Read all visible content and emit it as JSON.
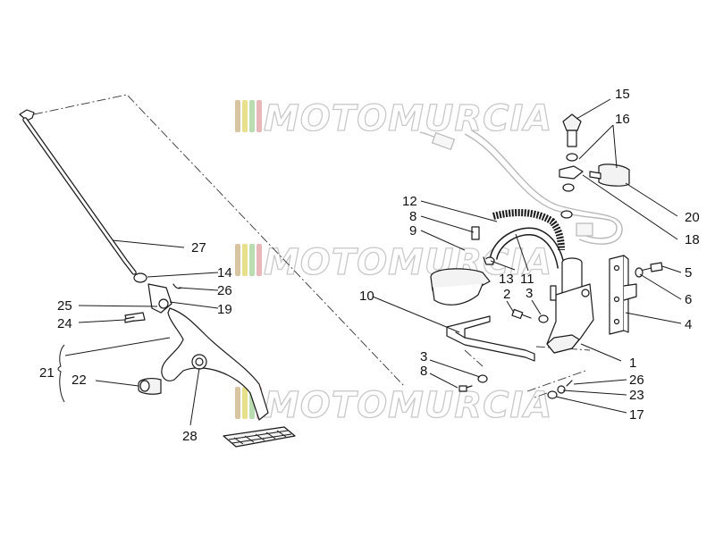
{
  "watermark": {
    "text": "MOTOMURCIA",
    "stripe_colors": [
      "#d8c4a0",
      "#e8e08a",
      "#b9dcb0",
      "#e9b7b7"
    ]
  },
  "callouts": [
    {
      "id": "c15",
      "text": "15"
    },
    {
      "id": "c16",
      "text": "16"
    },
    {
      "id": "c20",
      "text": "20"
    },
    {
      "id": "c18",
      "text": "18"
    },
    {
      "id": "c12",
      "text": "12"
    },
    {
      "id": "c8a",
      "text": "8"
    },
    {
      "id": "c9",
      "text": "9"
    },
    {
      "id": "c13",
      "text": "13"
    },
    {
      "id": "c11",
      "text": "11"
    },
    {
      "id": "c5",
      "text": "5"
    },
    {
      "id": "c6",
      "text": "6"
    },
    {
      "id": "c4",
      "text": "4"
    },
    {
      "id": "c10",
      "text": "10"
    },
    {
      "id": "c2",
      "text": "2"
    },
    {
      "id": "c3a",
      "text": "3"
    },
    {
      "id": "c1",
      "text": "1"
    },
    {
      "id": "c3b",
      "text": "3"
    },
    {
      "id": "c8b",
      "text": "8"
    },
    {
      "id": "c26b",
      "text": "26"
    },
    {
      "id": "c23",
      "text": "23"
    },
    {
      "id": "c17",
      "text": "17"
    },
    {
      "id": "c27",
      "text": "27"
    },
    {
      "id": "c14",
      "text": "14"
    },
    {
      "id": "c26a",
      "text": "26"
    },
    {
      "id": "c19",
      "text": "19"
    },
    {
      "id": "c25",
      "text": "25"
    },
    {
      "id": "c24",
      "text": "24"
    },
    {
      "id": "c21",
      "text": "21"
    },
    {
      "id": "c22",
      "text": "22"
    },
    {
      "id": "c28",
      "text": "28"
    }
  ]
}
